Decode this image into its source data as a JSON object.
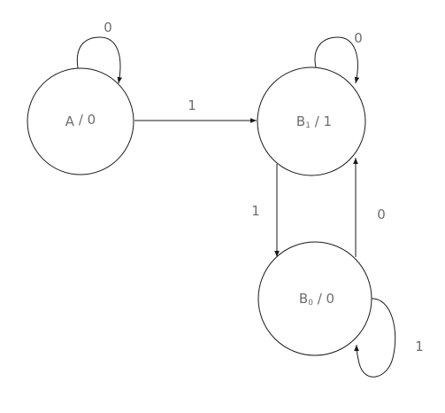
{
  "states": [
    {
      "id": "A",
      "name": "A",
      "subscript": "",
      "rest": " / 0"
    },
    {
      "id": "B1",
      "name": "B",
      "subscript": "1",
      "rest": " / 1"
    },
    {
      "id": "B0",
      "name": "B",
      "subscript": "0",
      "rest": " / 0"
    }
  ],
  "transitions": [
    {
      "from": "A",
      "to": "A",
      "label": "0"
    },
    {
      "from": "A",
      "to": "B1",
      "label": "1"
    },
    {
      "from": "B1",
      "to": "B1",
      "label": "0"
    },
    {
      "from": "B1",
      "to": "B0",
      "label": "1"
    },
    {
      "from": "B0",
      "to": "B1",
      "label": "0"
    },
    {
      "from": "B0",
      "to": "B0",
      "label": "1"
    }
  ],
  "colors": {
    "stroke": "#1a1a1a",
    "text": "#6e6e6e",
    "background": "#ffffff"
  }
}
